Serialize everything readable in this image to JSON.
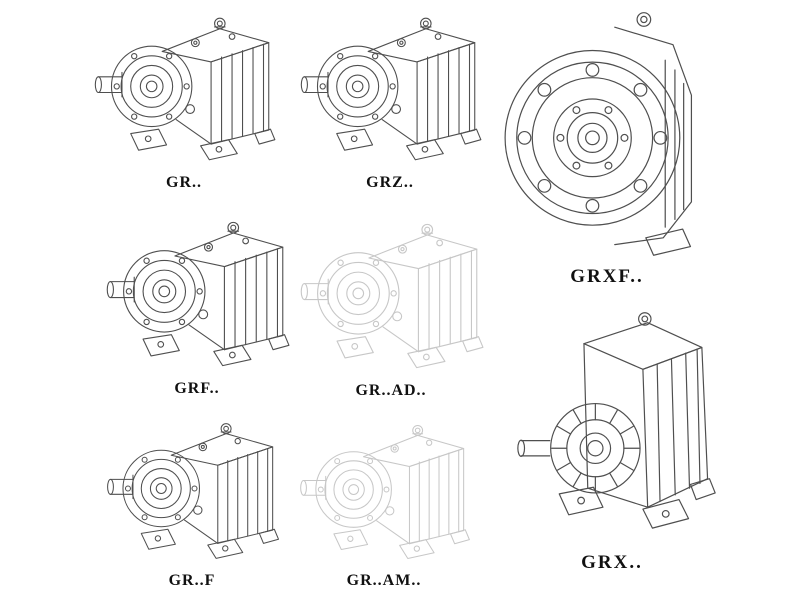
{
  "colors": {
    "background": "#ffffff",
    "line": "#4f4f4f",
    "ghost_line": "#c7c7c7",
    "label_text": "#111111"
  },
  "models": {
    "gr": {
      "label": "GR..",
      "style": "solid"
    },
    "grz": {
      "label": "GRZ..",
      "style": "solid"
    },
    "grxf": {
      "label": "GRXF..",
      "style": "solid"
    },
    "grf": {
      "label": "GRF..",
      "style": "solid"
    },
    "gr_ad": {
      "label": "GR..AD..",
      "style": "ghost"
    },
    "gr_f": {
      "label": "GR..F",
      "style": "solid"
    },
    "gr_am": {
      "label": "GR..AM..",
      "style": "ghost"
    },
    "grx": {
      "label": "GRX..",
      "style": "solid"
    }
  }
}
